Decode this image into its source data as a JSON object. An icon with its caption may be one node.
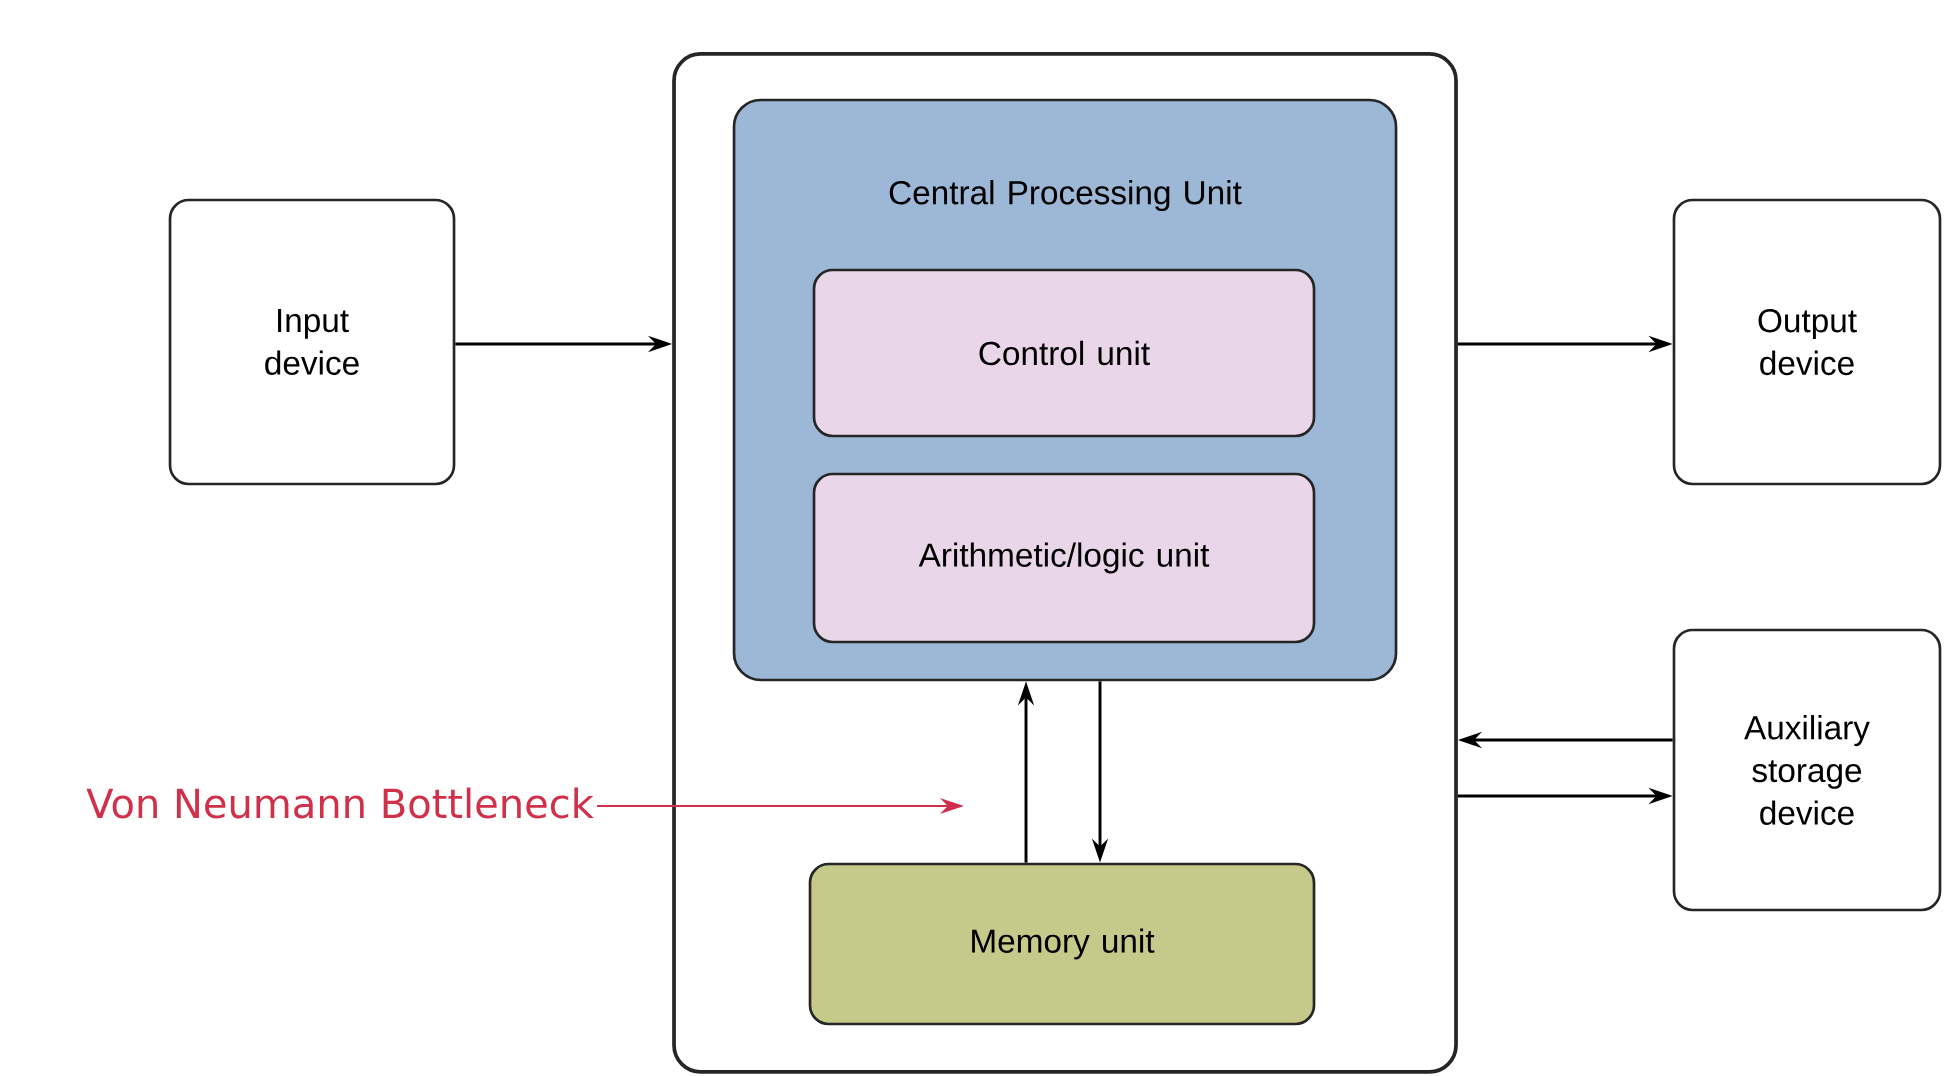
{
  "diagram": {
    "nodes": [
      {
        "text": [],
        "shape": "box"
      },
      {
        "text": [
          "Central Processing Unit"
        ],
        "in": 0
      },
      {
        "text": [
          "Control unit"
        ],
        "in": 1
      },
      {
        "text": [
          "Arithmetic/logic unit"
        ],
        "in": 1
      },
      {
        "text": [
          "Memory unit"
        ],
        "in": 0
      },
      {
        "text": [
          "Input device"
        ]
      },
      {
        "text": [
          "Output device"
        ]
      },
      {
        "text": [
          "Auxiliary storage device"
        ]
      },
      {
        "text": [
          "Von Neumann Bottleneck"
        ]
      }
    ],
    "edges": [
      {
        "from": 5,
        "to": 0,
        "arrow": "to"
      },
      {
        "from": 0,
        "to": 6,
        "arrow": "to"
      },
      {
        "from": 7,
        "to": 0,
        "arrow": "to"
      },
      {
        "from": 0,
        "to": 7,
        "arrow": "to"
      },
      {
        "from": 4,
        "to": 1,
        "arrow": "to"
      },
      {
        "from": 1,
        "to": 4,
        "arrow": "to"
      },
      {
        "from": 8,
        "to": null,
        "arrow": "to",
        "color": "#d0304a"
      }
    ]
  }
}
